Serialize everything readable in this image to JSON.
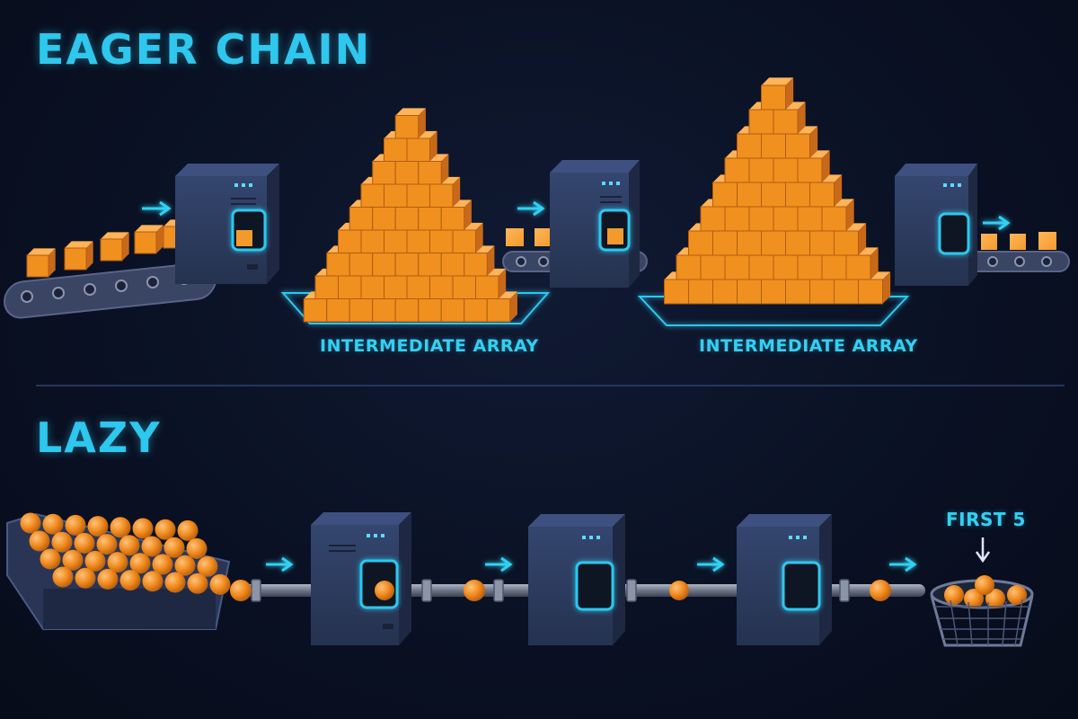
{
  "sections": {
    "eager": {
      "title": "EAGER CHAIN",
      "intermediate_labels": [
        "INTERMEDIATE ARRAY",
        "INTERMEDIATE ARRAY"
      ]
    },
    "lazy": {
      "title": "LAZY",
      "result_label": "FIRST 5"
    }
  },
  "colors": {
    "background": "#0a1124",
    "accent": "#2ec7ee",
    "item": "#f08a1e",
    "machine": "#2d3b5e"
  }
}
